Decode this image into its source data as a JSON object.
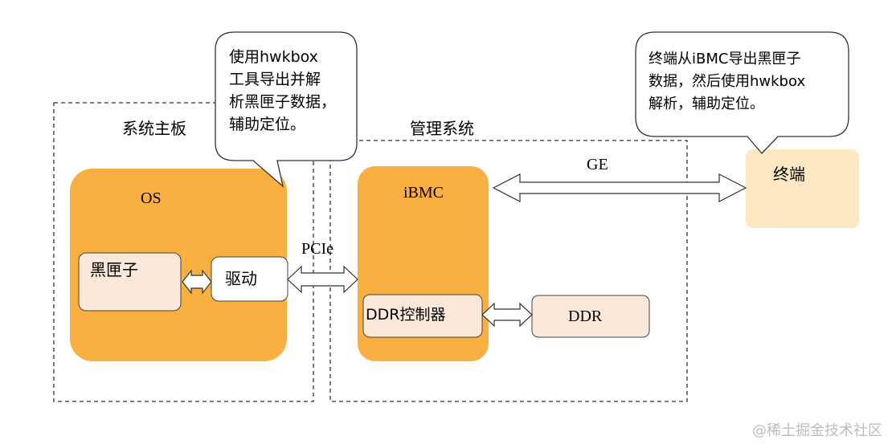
{
  "regions": {
    "mainboard_label": "系统主板",
    "management_label": "管理系统"
  },
  "nodes": {
    "os": "OS",
    "blackbox": "黑匣子",
    "driver": "驱动",
    "ibmc": "iBMC",
    "ddr_controller": "DDR控制器",
    "ddr": "DDR",
    "terminal": "终端"
  },
  "links": {
    "pcie": "PCIe",
    "ge": "GE"
  },
  "callouts": {
    "left": [
      "使用hwkbox",
      "工具导出并解",
      "析黑匣子数据，",
      "辅助定位。"
    ],
    "right": [
      "终端从iBMC导出黑匣子",
      "数据，然后使用hwkbox",
      "解析，辅助定位。"
    ]
  },
  "colors": {
    "orange": "#F9B040",
    "light_box": "#FCE8D8",
    "terminal_bg": "#FCE9C4"
  },
  "footer": "@稀土掘金技术社区"
}
